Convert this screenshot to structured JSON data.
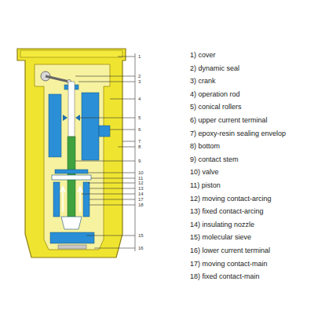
{
  "diagram": {
    "labels": [
      "1",
      "2",
      "3",
      "4",
      "5",
      "6",
      "7",
      "8",
      "9",
      "10",
      "11",
      "12",
      "13",
      "14",
      "17",
      "18",
      "15",
      "16",
      "1) cover",
      "2) dynamic seal",
      "3) crank",
      "4) operation rod",
      "5) conical rollers",
      "6) upper current terminal",
      "7) epoxy-resin sealing envelop",
      "8) bottom",
      "9) contact stem",
      "10) valve",
      "11) piston",
      "12) moving contact-arcing",
      "13) fixed contact-arcing",
      "14) insulating nozzle",
      "15) molecular sieve",
      "16) lower current terminal",
      "17) moving contact-main",
      "18) fixed contact-main"
    ]
  }
}
